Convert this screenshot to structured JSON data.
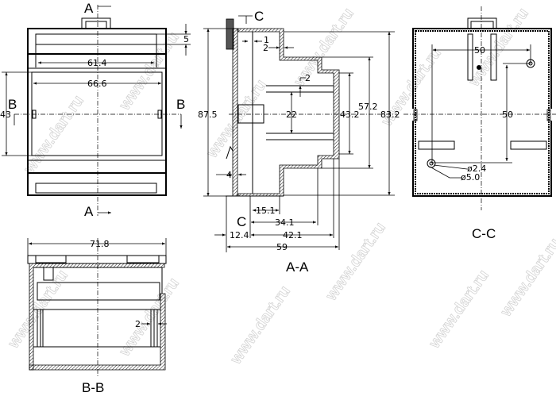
{
  "watermark": "www.dart.ru",
  "front_view": {
    "section_a_top": "A",
    "section_a_bottom": "A",
    "section_b_left": "B",
    "section_b_right": "B",
    "dim_5": "5",
    "dim_61_4": "61.4",
    "dim_66_6": "66.6",
    "dim_43": "43"
  },
  "section_aa": {
    "title": "A-A",
    "section_c_top": "C",
    "section_c_bottom": "C",
    "dim_1": "1",
    "dim_2_top": "2",
    "dim_2_fin": "2",
    "dim_4": "4",
    "dim_87_5": "87.5",
    "dim_22": "22",
    "dim_43_2": "43.2",
    "dim_57_2": "57.2",
    "dim_83_2": "83.2",
    "dim_15_1": "15.1",
    "dim_34_1": "34.1",
    "dim_12_4": "12.4",
    "dim_42_1": "42.1",
    "dim_59": "59"
  },
  "section_cc": {
    "title": "C-C",
    "dim_50_h": "50",
    "dim_50_v": "50",
    "dim_hole_inner": "ø2.4",
    "dim_hole_outer": "ø5.0"
  },
  "section_bb": {
    "title": "B-B",
    "dim_71_8": "71.8",
    "dim_2": "2"
  }
}
